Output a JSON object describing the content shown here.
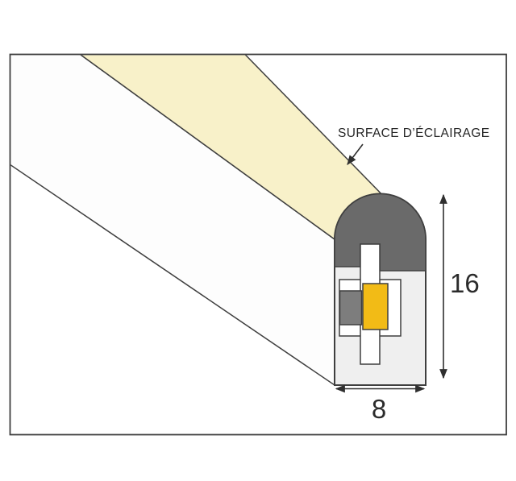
{
  "diagram": {
    "annotation_label": "SURFACE D’ÉCLAIRAGE",
    "dim_height": "16",
    "dim_width": "8",
    "colors": {
      "outline": "#3f3f3f",
      "lighting_surface": "#f8f1c9",
      "tube_side": "#fdfdfd",
      "silicone_dome": "#6a6a6a",
      "body_face": "#efefef",
      "channel": "#ffffff",
      "led": "#f2bb16",
      "holder": "#7d7d7d"
    }
  }
}
